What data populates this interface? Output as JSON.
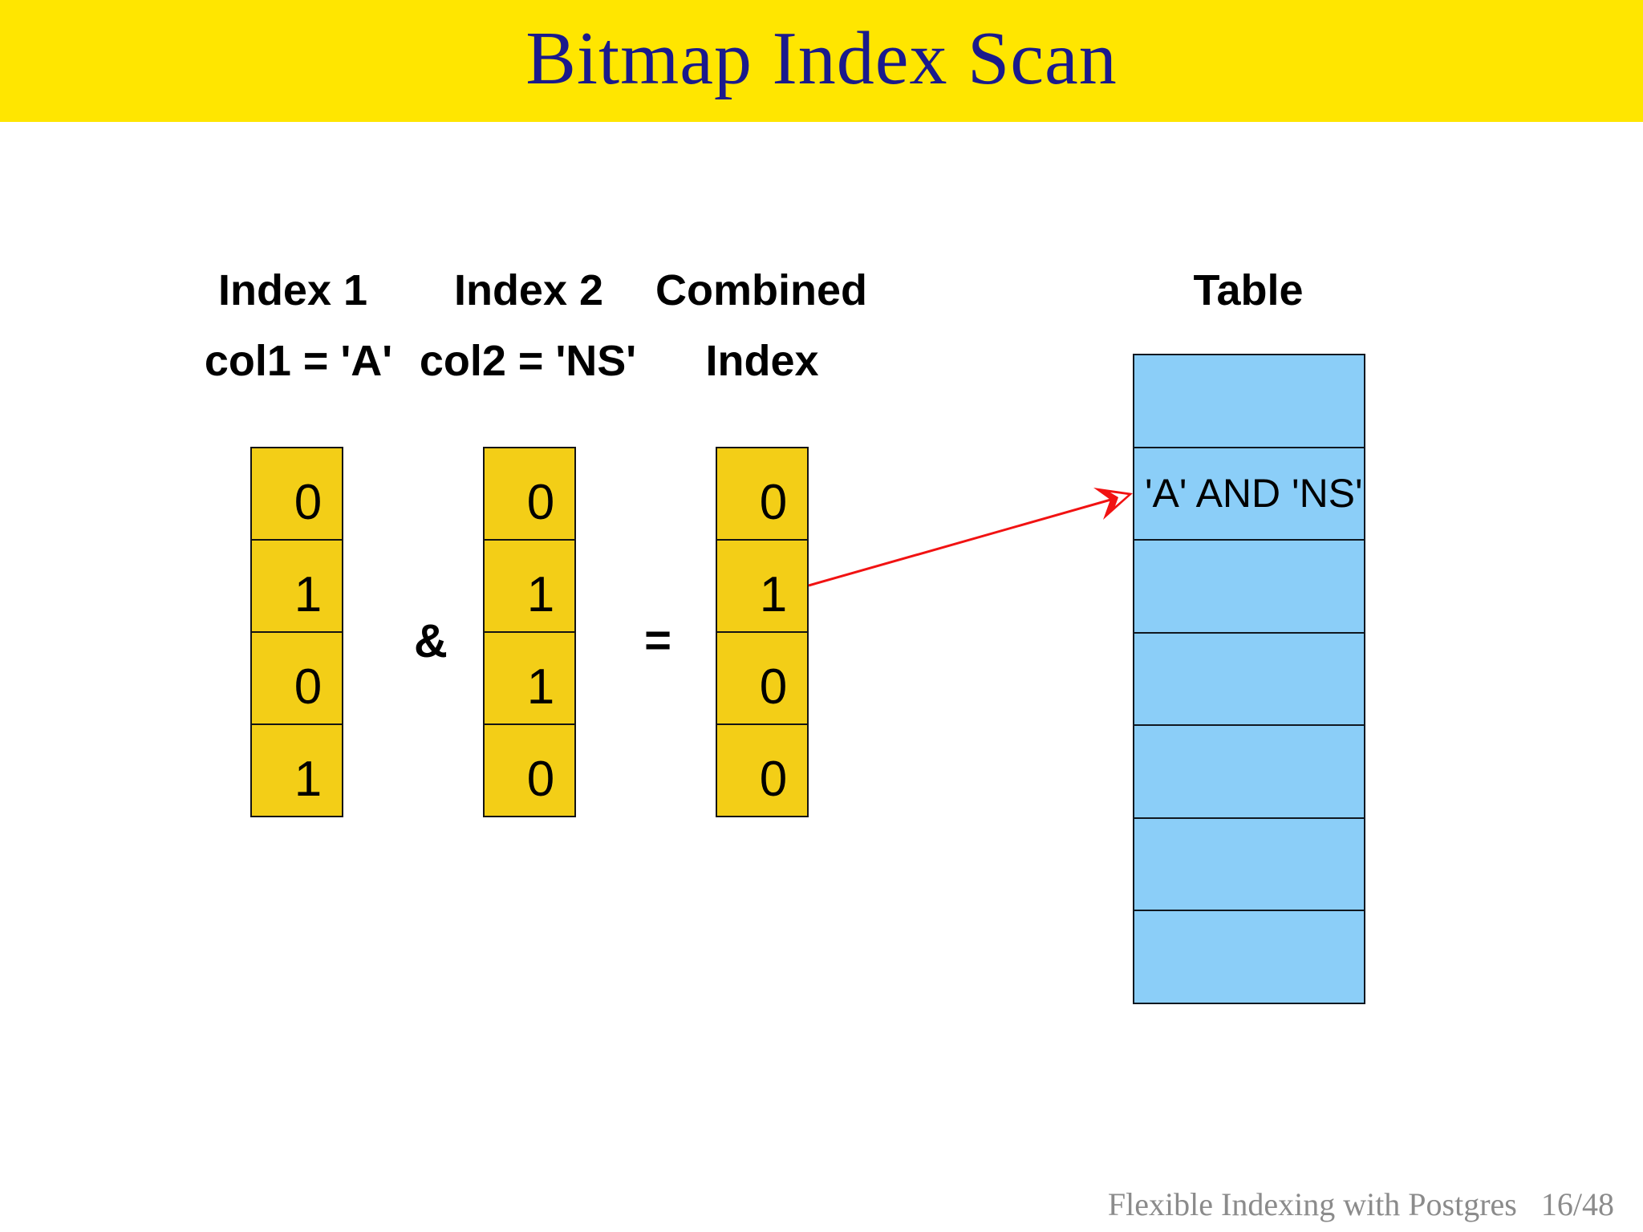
{
  "slide_title": "Bitmap Index Scan",
  "columns": {
    "index1": {
      "label": "Index 1",
      "condition": "col1 = 'A'",
      "bits": [
        "0",
        "1",
        "0",
        "1"
      ]
    },
    "index2": {
      "label": "Index 2",
      "condition": "col2 = 'NS'",
      "bits": [
        "0",
        "1",
        "1",
        "0"
      ]
    },
    "combined": {
      "label": "Combined",
      "label2": "Index",
      "bits": [
        "0",
        "1",
        "0",
        "0"
      ]
    }
  },
  "operators": {
    "and": "&",
    "equals": "="
  },
  "table": {
    "label": "Table",
    "rows": [
      "",
      "'A' AND 'NS'",
      "",
      "",
      "",
      "",
      ""
    ]
  },
  "footer": {
    "text": "Flexible Indexing with Postgres",
    "page": "16/48"
  },
  "colors": {
    "banner": "#FFE600",
    "title_text": "#1A1A8C",
    "bit_cell": "#F3CE17",
    "table_row": "#8BCEF8",
    "arrow": "#F11212",
    "footer_text": "#8B8B8B"
  }
}
